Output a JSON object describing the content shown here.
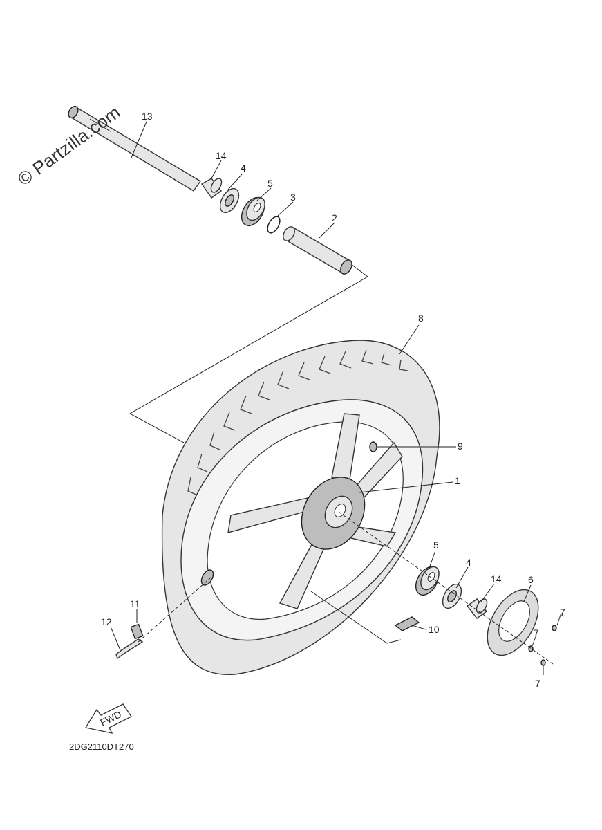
{
  "watermark": "© Partzilla.com",
  "diagram_code": "2DG2110DT270",
  "fwd_label": "FWD",
  "callouts": {
    "c13": "13",
    "c14a": "14",
    "c4a": "4",
    "c5a": "5",
    "c3": "3",
    "c2": "2",
    "c8": "8",
    "c9": "9",
    "c1": "1",
    "c5b": "5",
    "c4b": "4",
    "c14b": "14",
    "c6": "6",
    "c7a": "7",
    "c7b": "7",
    "c7c": "7",
    "c10": "10",
    "c11": "11",
    "c12": "12"
  }
}
